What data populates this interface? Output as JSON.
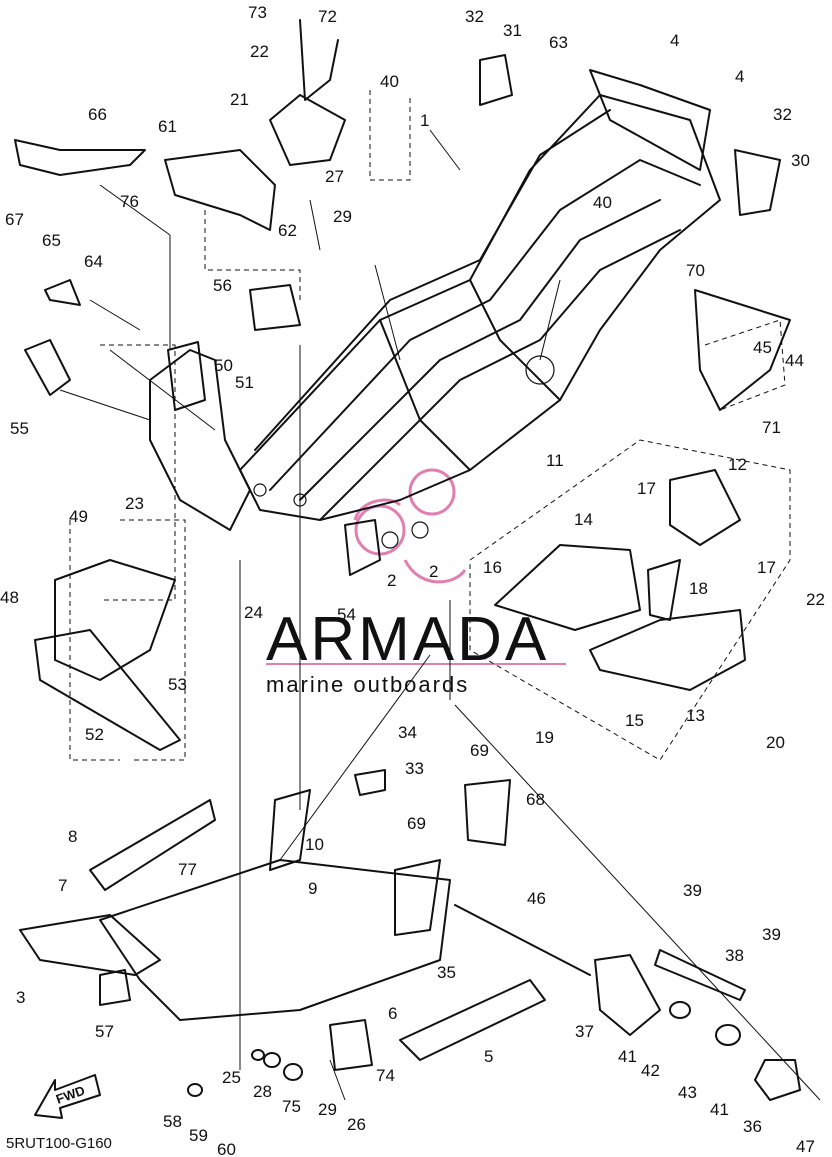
{
  "diagram": {
    "code": "5RUT100-G160",
    "direction_label": "FWD",
    "watermark": {
      "brand": "ARMADA",
      "tagline": "marine outboards",
      "color": "#9a9a9a",
      "accent": "#e07fb0"
    },
    "callouts": [
      "73",
      "72",
      "32",
      "31",
      "63",
      "4",
      "22",
      "40",
      "4",
      "21",
      "32",
      "1",
      "66",
      "61",
      "30",
      "27",
      "76",
      "29",
      "67",
      "40",
      "62",
      "65",
      "64",
      "70",
      "56",
      "45",
      "44",
      "50",
      "51",
      "71",
      "55",
      "11",
      "12",
      "23",
      "17",
      "49",
      "14",
      "16",
      "17",
      "22",
      "18",
      "2",
      "2",
      "48",
      "24",
      "54",
      "53",
      "15",
      "13",
      "52",
      "19",
      "20",
      "34",
      "33",
      "69",
      "68",
      "8",
      "69",
      "10",
      "77",
      "7",
      "9",
      "46",
      "39",
      "38",
      "39",
      "35",
      "3",
      "6",
      "57",
      "37",
      "41",
      "42",
      "5",
      "25",
      "28",
      "74",
      "75",
      "43",
      "41",
      "29",
      "26",
      "58",
      "36",
      "59",
      "47",
      "60"
    ]
  }
}
